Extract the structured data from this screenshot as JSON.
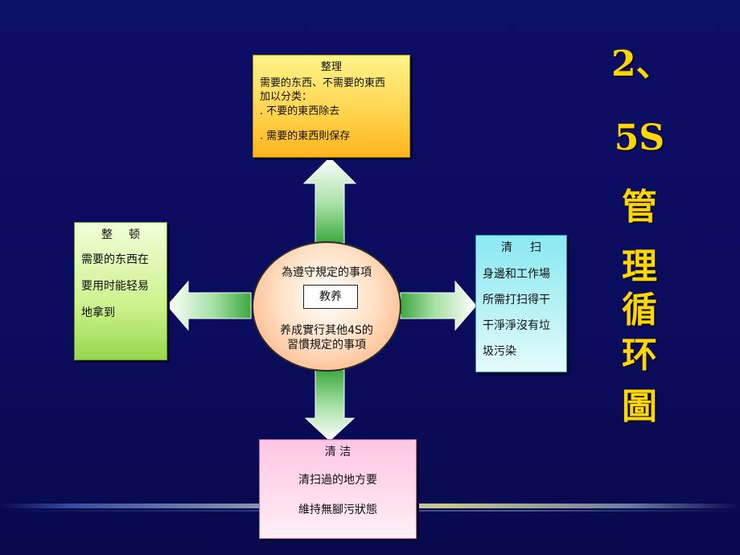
{
  "colors": {
    "background": "#0a0c5e",
    "title": "#ffd700"
  },
  "side_title": [
    "2、",
    "5S",
    "管",
    "理",
    "循",
    "环",
    "圖"
  ],
  "boxes": {
    "top": {
      "title": "整理",
      "line1": "需要的东西、不需要的東西",
      "line2": "加以分类：",
      "line3": ".  不要的東西除去",
      "line4": ".  需要的東西則保存"
    },
    "left": {
      "title": "整顿",
      "line1": "需要的东西在",
      "line2": "要用时能轻易",
      "line3": "地拿到"
    },
    "right": {
      "title": "清扫",
      "line1": "身邊和工作場",
      "line2": "所需打扫得干",
      "line3": "干淨淨沒有垃",
      "line4": "圾污染"
    },
    "bottom": {
      "title": "清 洁",
      "line1": "清扫過的地方要",
      "line2": "維持無腳污狀態"
    }
  },
  "center": {
    "line1": "為遵守規定的事項",
    "badge": "教养",
    "line2a": "养成實行其他4S的",
    "line2b": "習慣規定的事項"
  }
}
